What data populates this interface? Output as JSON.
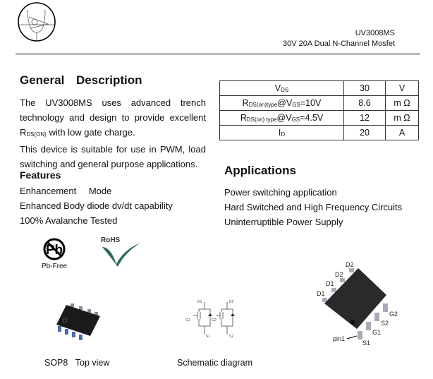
{
  "header": {
    "part_number": "UV3008MS",
    "subtitle": "30V 20A Dual N-Channel Mosfet"
  },
  "general": {
    "heading": "General Description",
    "lines": [
      "The UV3008MS uses advanced trench",
      "technology and design to provide excellent"
    ],
    "line3_sub": "DS(ON)",
    "line3_rest": " with low gate charge.",
    "line4": "This device is suitable for use in PWM, load",
    "line5": "switching and general purpose applications."
  },
  "features": {
    "heading": "Features",
    "items": [
      "Enhancement Mode",
      "Enhanced Body diode dv/dt capability",
      "100% Avalanche Tested"
    ]
  },
  "table": {
    "rows": [
      {
        "param": "V",
        "sub": "DS",
        "suffix": "",
        "value": "30",
        "unit": "V"
      },
      {
        "param": "R",
        "sub": "DS(on)type",
        "suffix": "@V",
        "sub2": "GS",
        "tail": "=10V",
        "value": "8.6",
        "unit": "m Ω"
      },
      {
        "param": "R",
        "sub": "DS(on) type",
        "suffix": "@V",
        "sub2": "GS",
        "tail": "=4.5V",
        "value": "12",
        "unit": "m Ω"
      },
      {
        "param": "I",
        "sub": "D",
        "suffix": "",
        "value": "20",
        "unit": "A"
      }
    ]
  },
  "applications": {
    "heading": "Applications",
    "items": [
      "Power switching application",
      "Hard Switched and High Frequency Circuits",
      "Uninterruptible Power Supply"
    ]
  },
  "logos": {
    "pb_free": "Pb-Free",
    "rohs": "RoHS"
  },
  "captions": {
    "sop8": "SOP8",
    "top_view": "Top view",
    "schematic": "Schematic diagram"
  },
  "pins": {
    "d2a": "D2",
    "d2b": "D2",
    "d1a": "D1",
    "d1b": "D1",
    "g2": "G2",
    "s2": "S2",
    "g1": "G1",
    "s1": "S1",
    "pin1": "pin1"
  },
  "schematic_labels": {
    "d1": "D1",
    "g1": "G1",
    "s1": "S1",
    "d2": "D2",
    "g2": "G2",
    "s2": "S2"
  }
}
